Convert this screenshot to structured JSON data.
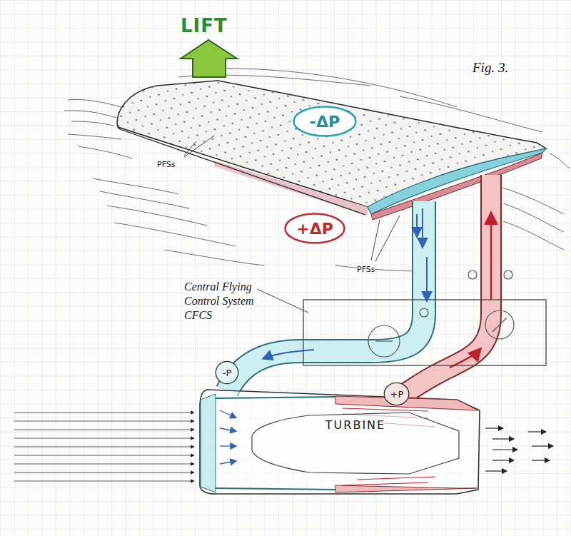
{
  "diagram": {
    "nodes": [
      {
        "text": [
          "-ΔP"
        ]
      },
      {
        "text": [
          "+ΔP"
        ]
      },
      {
        "text": [
          "-P"
        ]
      },
      {
        "text": [
          "+P"
        ]
      },
      {
        "text": [
          "TURBINE"
        ]
      }
    ],
    "labels": [
      "LIFT",
      "Fig. 3.",
      "PFSs",
      "PFSs",
      "Central Flying Control System CFCS"
    ]
  }
}
